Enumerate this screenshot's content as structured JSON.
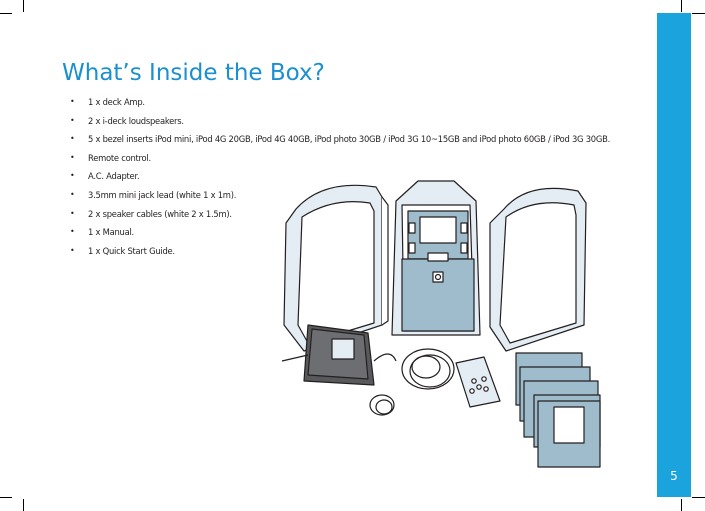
{
  "page": {
    "title": "What’s Inside the Box?",
    "page_number": "5",
    "accent_color": "#1aa3dd",
    "title_color": "#1a8fd1"
  },
  "contents": [
    "1 x deck Amp.",
    "2 x i-deck loudspeakers.",
    "5 x bezel inserts iPod mini, iPod 4G 20GB, iPod 4G 40GB, iPod photo 30GB / iPod 3G 10~15GB and iPod photo 60GB / iPod 3G 30GB.",
    "Remote control.",
    "A.C. Adapter.",
    "3.5mm mini jack lead (white 1 x 1m).",
    "2 x speaker cables (white 2 x 1.5m).",
    "1 x Manual.",
    "1 x Quick Start Guide."
  ]
}
